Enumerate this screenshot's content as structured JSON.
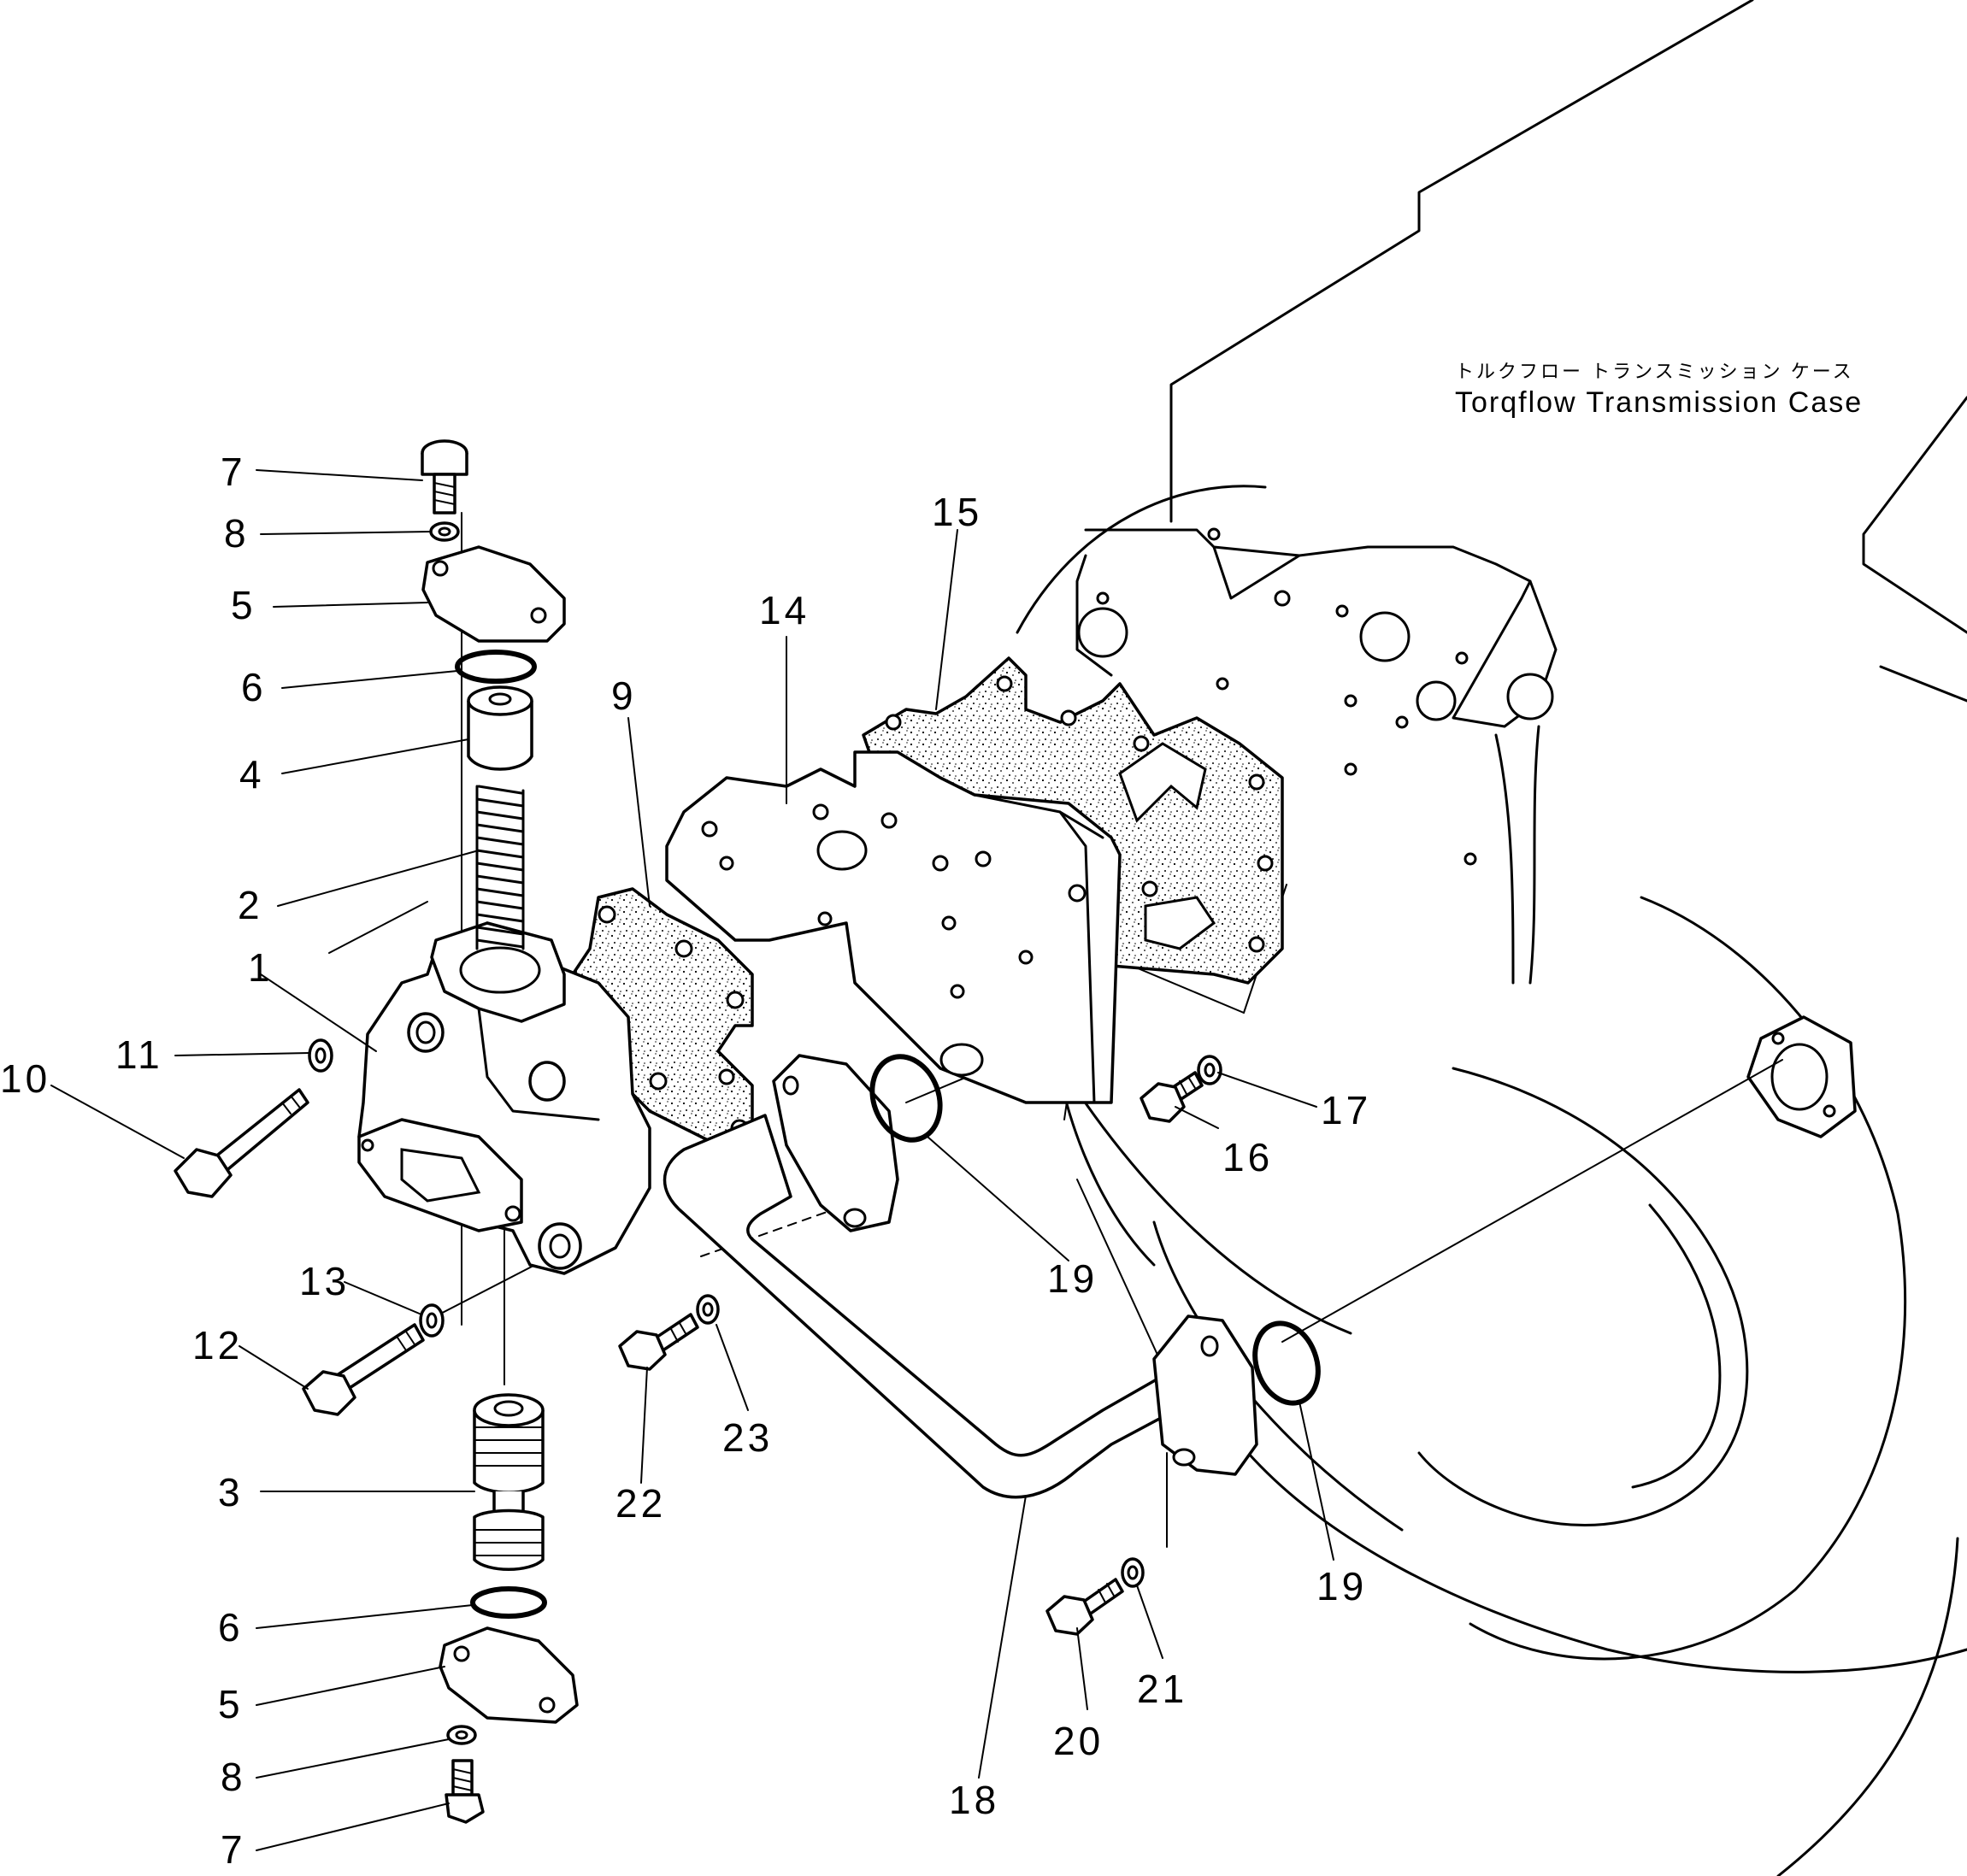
{
  "caption": {
    "japanese": "トルクフロー トランスミッション ケース",
    "english": "Torqflow Transmission Case"
  },
  "callouts": {
    "c1": "1",
    "c2": "2",
    "c3": "3",
    "c4": "4",
    "c5a": "5",
    "c5b": "5",
    "c6a": "6",
    "c6b": "6",
    "c7a": "7",
    "c7b": "7",
    "c8a": "8",
    "c8b": "8",
    "c9": "9",
    "c10": "10",
    "c11": "11",
    "c12": "12",
    "c13": "13",
    "c14": "14",
    "c15": "15",
    "c16": "16",
    "c17": "17",
    "c18": "18",
    "c19a": "19",
    "c19b": "19",
    "c20": "20",
    "c21": "21",
    "c22": "22",
    "c23": "23"
  }
}
